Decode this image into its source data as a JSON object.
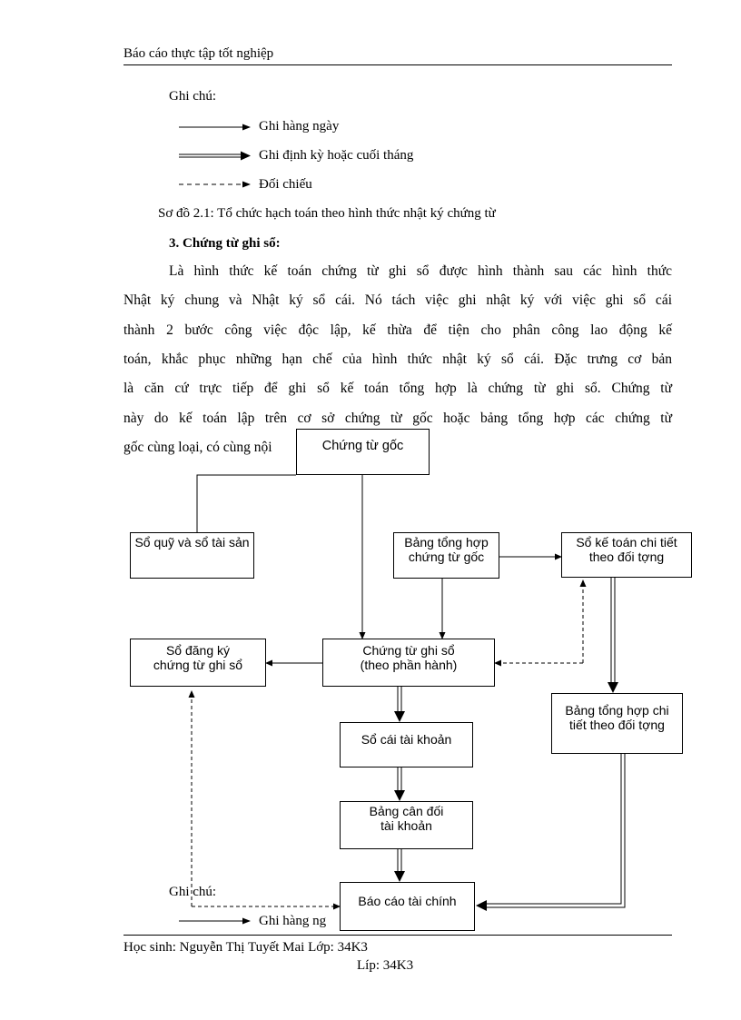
{
  "header": {
    "title": "Báo cáo thực tập tốt nghiệp"
  },
  "legend": {
    "label": "Ghi chú:",
    "daily": "Ghi hàng ngày",
    "periodic": "Ghi định kỳ hoặc cuối tháng",
    "compare": "Đối chiếu"
  },
  "caption": "Sơ đồ 2.1: Tổ chức hạch toán theo hình thức nhật ký chứng từ",
  "section": {
    "heading": "3. Chứng từ ghi sổ:"
  },
  "paragraph": [
    "Là hình thức kế toán chứng từ ghi sổ được hình thành sau các hình thức",
    "Nhật ký chung và Nhật ký sổ cái. Nó tách việc ghi nhật ký với việc ghi sổ cái",
    "thành 2 bước công việc độc lập, kế thừa để tiện cho phân công lao động kế",
    "toán, khắc phục những hạn chế của hình thức nhật ký sổ cái. Đặc trưng cơ bản",
    "là căn cứ trực tiếp để ghi sổ kế toán tổng hợp là chứng từ ghi sổ. Chứng từ",
    "này do kế toán lập trên cơ sở chứng từ gốc hoặc bảng tổng hợp các chứng từ",
    "gốc cùng loại, có cùng nội"
  ],
  "diagram": {
    "chung_tu_goc": "Chứng từ gốc",
    "so_quy": "Sổ quỹ và sổ tài sản",
    "bang_th_1": "Bảng tổng hợp",
    "bang_th_2": "chứng từ gốc",
    "so_kt_ct_1": "Sổ kế toán chi tiết",
    "so_kt_ct_2": "theo đối tợng",
    "so_dk_1": "Sổ đăng ký",
    "so_dk_2": "chứng từ ghi sổ",
    "ctgs_1": "Chứng từ ghi sổ",
    "ctgs_2": "(theo phần hành)",
    "bang_ct_1": "Bảng tổng hợp chi",
    "bang_ct_2": "tiết theo đối tợng",
    "so_cai": "Sổ cái tài khoản",
    "bcd_1": "Bảng cân đối",
    "bcd_2": "tài khoản",
    "bctc": "Báo cáo tài chính"
  },
  "legend2": {
    "label": "Ghi chú:",
    "daily": "Ghi hàng ng"
  },
  "footer": {
    "student": "Học sinh: Nguyễn Thị Tuyết Mai Lớp: 34K3",
    "class": "Líp: 34K3"
  }
}
